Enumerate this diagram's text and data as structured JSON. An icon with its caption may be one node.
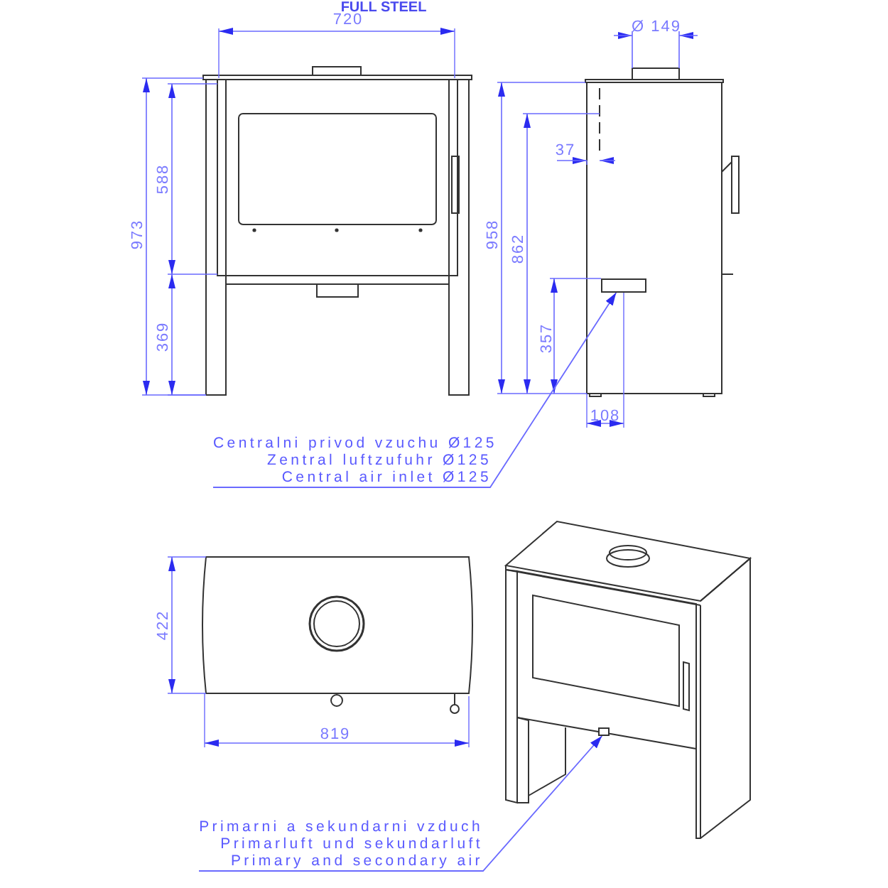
{
  "diagram": {
    "nodes": [
      {
        "text": [
          "Centralni privod vzuchu Ø125",
          "Zentral luftzufuhr Ø125",
          "Central air inlet Ø125"
        ]
      },
      {
        "text": [],
        "shape": "box"
      },
      {
        "text": [
          "Primarni a sekundarni vzduch",
          "Primarluft und sekundarluft",
          "Primary and secondary air"
        ]
      },
      {
        "text": [],
        "shape": "box"
      }
    ],
    "edges": [
      {
        "from": 0,
        "to": 1,
        "arrow": "to"
      },
      {
        "from": 2,
        "to": 3,
        "arrow": "to"
      }
    ],
    "labels": [
      "FULL STEEL",
      "720",
      "973",
      "588",
      "369",
      "Ø 149",
      "958",
      "862",
      "37",
      "357",
      "108",
      "422",
      "819"
    ]
  }
}
